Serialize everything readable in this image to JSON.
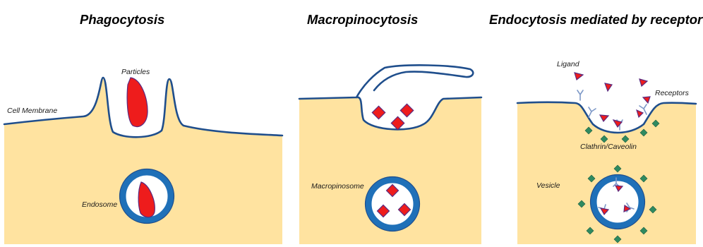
{
  "panels": {
    "phagocytosis": {
      "title": "Phagocytosis",
      "labels": {
        "cell_membrane": "Cell Membrane",
        "particles": "Particles",
        "endosome": "Endosome"
      }
    },
    "macropinocytosis": {
      "title": "Macropinocytosis",
      "labels": {
        "macropinosome": "Macropinosome"
      }
    },
    "receptor_endocytosis": {
      "title": "Endocytosis mediated by receptor",
      "labels": {
        "ligand": "Ligand",
        "receptors": "Receptors",
        "clathrin": "Clathrin/Caveolin",
        "vesicle": "Vesicle"
      }
    }
  },
  "colors": {
    "cytoplasm": "#FFE3A0",
    "membrane": "#1F4E8C",
    "vesicle_ring": "#1F70B8",
    "cargo": "#EE1C1C",
    "receptor": "#7E99C8",
    "clathrin": "#2F8A60"
  }
}
